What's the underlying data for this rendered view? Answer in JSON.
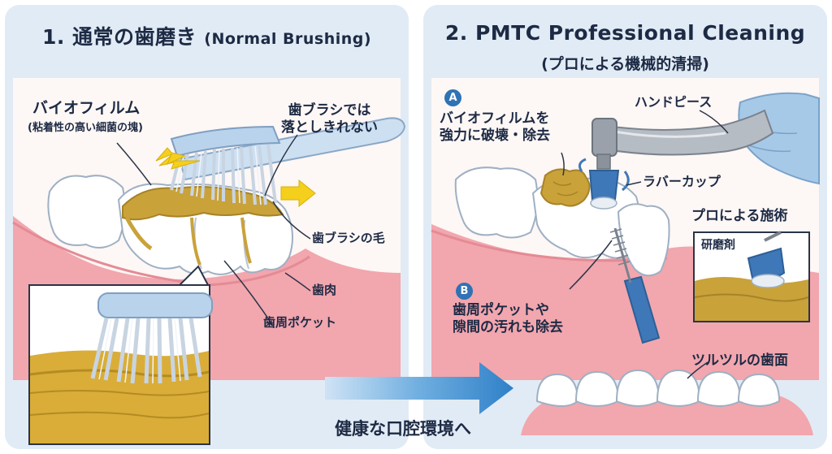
{
  "left_panel": {
    "title_main": "1. 通常の歯磨き",
    "title_sub": "(Normal Brushing)",
    "label_biofilm": "バイオフィルム",
    "label_biofilm_sub": "(粘着性の高い細菌の塊)",
    "label_cannot_line1": "歯ブラシでは",
    "label_cannot_line2": "落としきれない",
    "label_bristles": "歯ブラシの毛",
    "label_gum": "歯肉",
    "label_pocket": "歯周ポケット"
  },
  "right_panel": {
    "title": "2. PMTC Professional Cleaning",
    "subtitle": "(プロによる機械的清掃)",
    "badge_a": "A",
    "label_a_line1": "バイオフィルムを",
    "label_a_line2": "強力に破壊・除去",
    "label_handpiece": "ハンドピース",
    "label_rubber_cup": "ラバーカップ",
    "label_pro": "プロによる施術",
    "label_abrasive": "研磨剤",
    "badge_b": "B",
    "label_b_line1": "歯周ポケットや",
    "label_b_line2": "隙間の汚れも除去",
    "label_smooth": "ツルツルの歯面"
  },
  "footer": {
    "label": "健康な口腔環境へ"
  },
  "colors": {
    "panel_bg": "#e1ebf5",
    "gum": "#f2a6ae",
    "tooth": "#ffffff",
    "plaque": "#c9a23a",
    "arrow_yellow": "#f4cf1c",
    "arrow_blue": "#2f80c8",
    "badge": "#2f72b5",
    "text": "#1d2a44"
  }
}
